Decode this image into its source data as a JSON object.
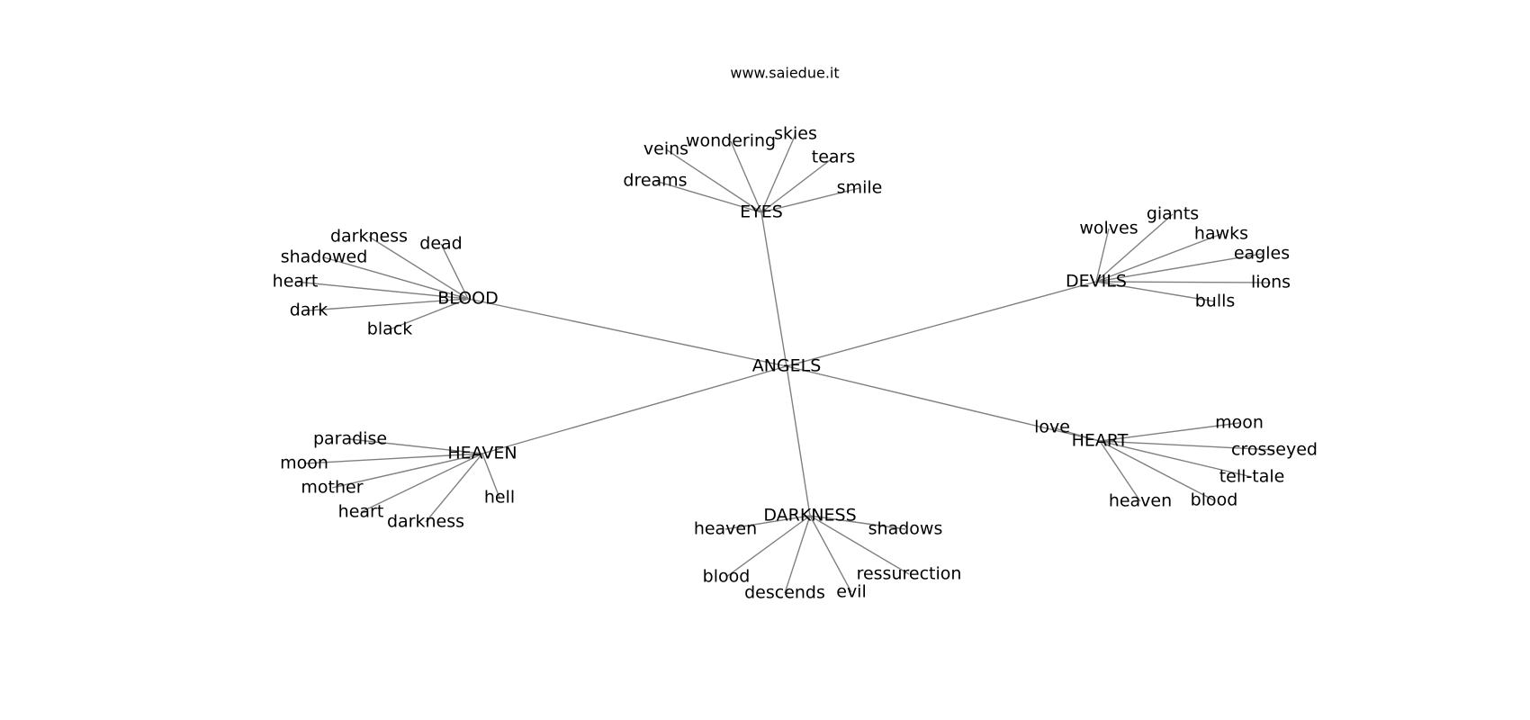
{
  "caption": "www.saiedue.it",
  "graph": {
    "center": "ANGELS",
    "hubs": [
      {
        "label": "EYES",
        "leaves": [
          "veins",
          "wondering",
          "skies",
          "tears",
          "dreams",
          "smile"
        ]
      },
      {
        "label": "BLOOD",
        "leaves": [
          "darkness",
          "dead",
          "shadowed",
          "heart",
          "dark",
          "black"
        ]
      },
      {
        "label": "DEVILS",
        "leaves": [
          "wolves",
          "giants",
          "hawks",
          "eagles",
          "lions",
          "bulls"
        ]
      },
      {
        "label": "HEAVEN",
        "leaves": [
          "paradise",
          "moon",
          "mother",
          "heart",
          "darkness",
          "hell"
        ]
      },
      {
        "label": "HEART",
        "leaves": [
          "love",
          "moon",
          "crosseyed",
          "tell-tale",
          "heaven",
          "blood"
        ]
      },
      {
        "label": "DARKNESS",
        "leaves": [
          "heaven",
          "shadows",
          "blood",
          "descends",
          "evil",
          "ressurection"
        ]
      }
    ]
  }
}
